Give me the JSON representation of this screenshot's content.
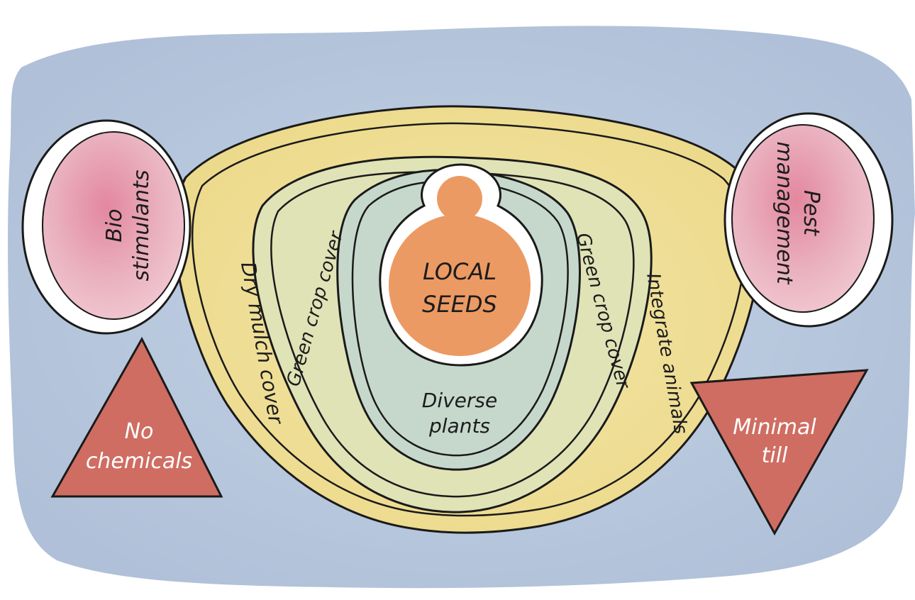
{
  "labels": {
    "bio_line1": "Bio",
    "bio_line2": "stimulants",
    "pest_line1": "Pest",
    "pest_line2": "management",
    "no_chem_line1": "No",
    "no_chem_line2": "chemicals",
    "minimal_line1": "Minimal",
    "minimal_line2": "till",
    "dry_mulch": "Dry mulch cover",
    "green_crop_left": "Green crop cover",
    "green_crop_right": "Green crop cover",
    "integrate_animals": "Integrate animals",
    "local_line1": "LOCAL",
    "local_line2": "SEEDS",
    "diverse_line1": "Diverse",
    "diverse_line2": "plants"
  },
  "colors": {
    "background_wash": "#b9c9de",
    "outer_yellow": "#efdf97",
    "green_ring": "#dfe3b6",
    "inner_teal": "#c6d8cc",
    "seed_orange": "#ec9a63",
    "pink_oval": "#eab2c0",
    "triangle_red": "#cf6d62",
    "ink": "#1a1a1a"
  }
}
